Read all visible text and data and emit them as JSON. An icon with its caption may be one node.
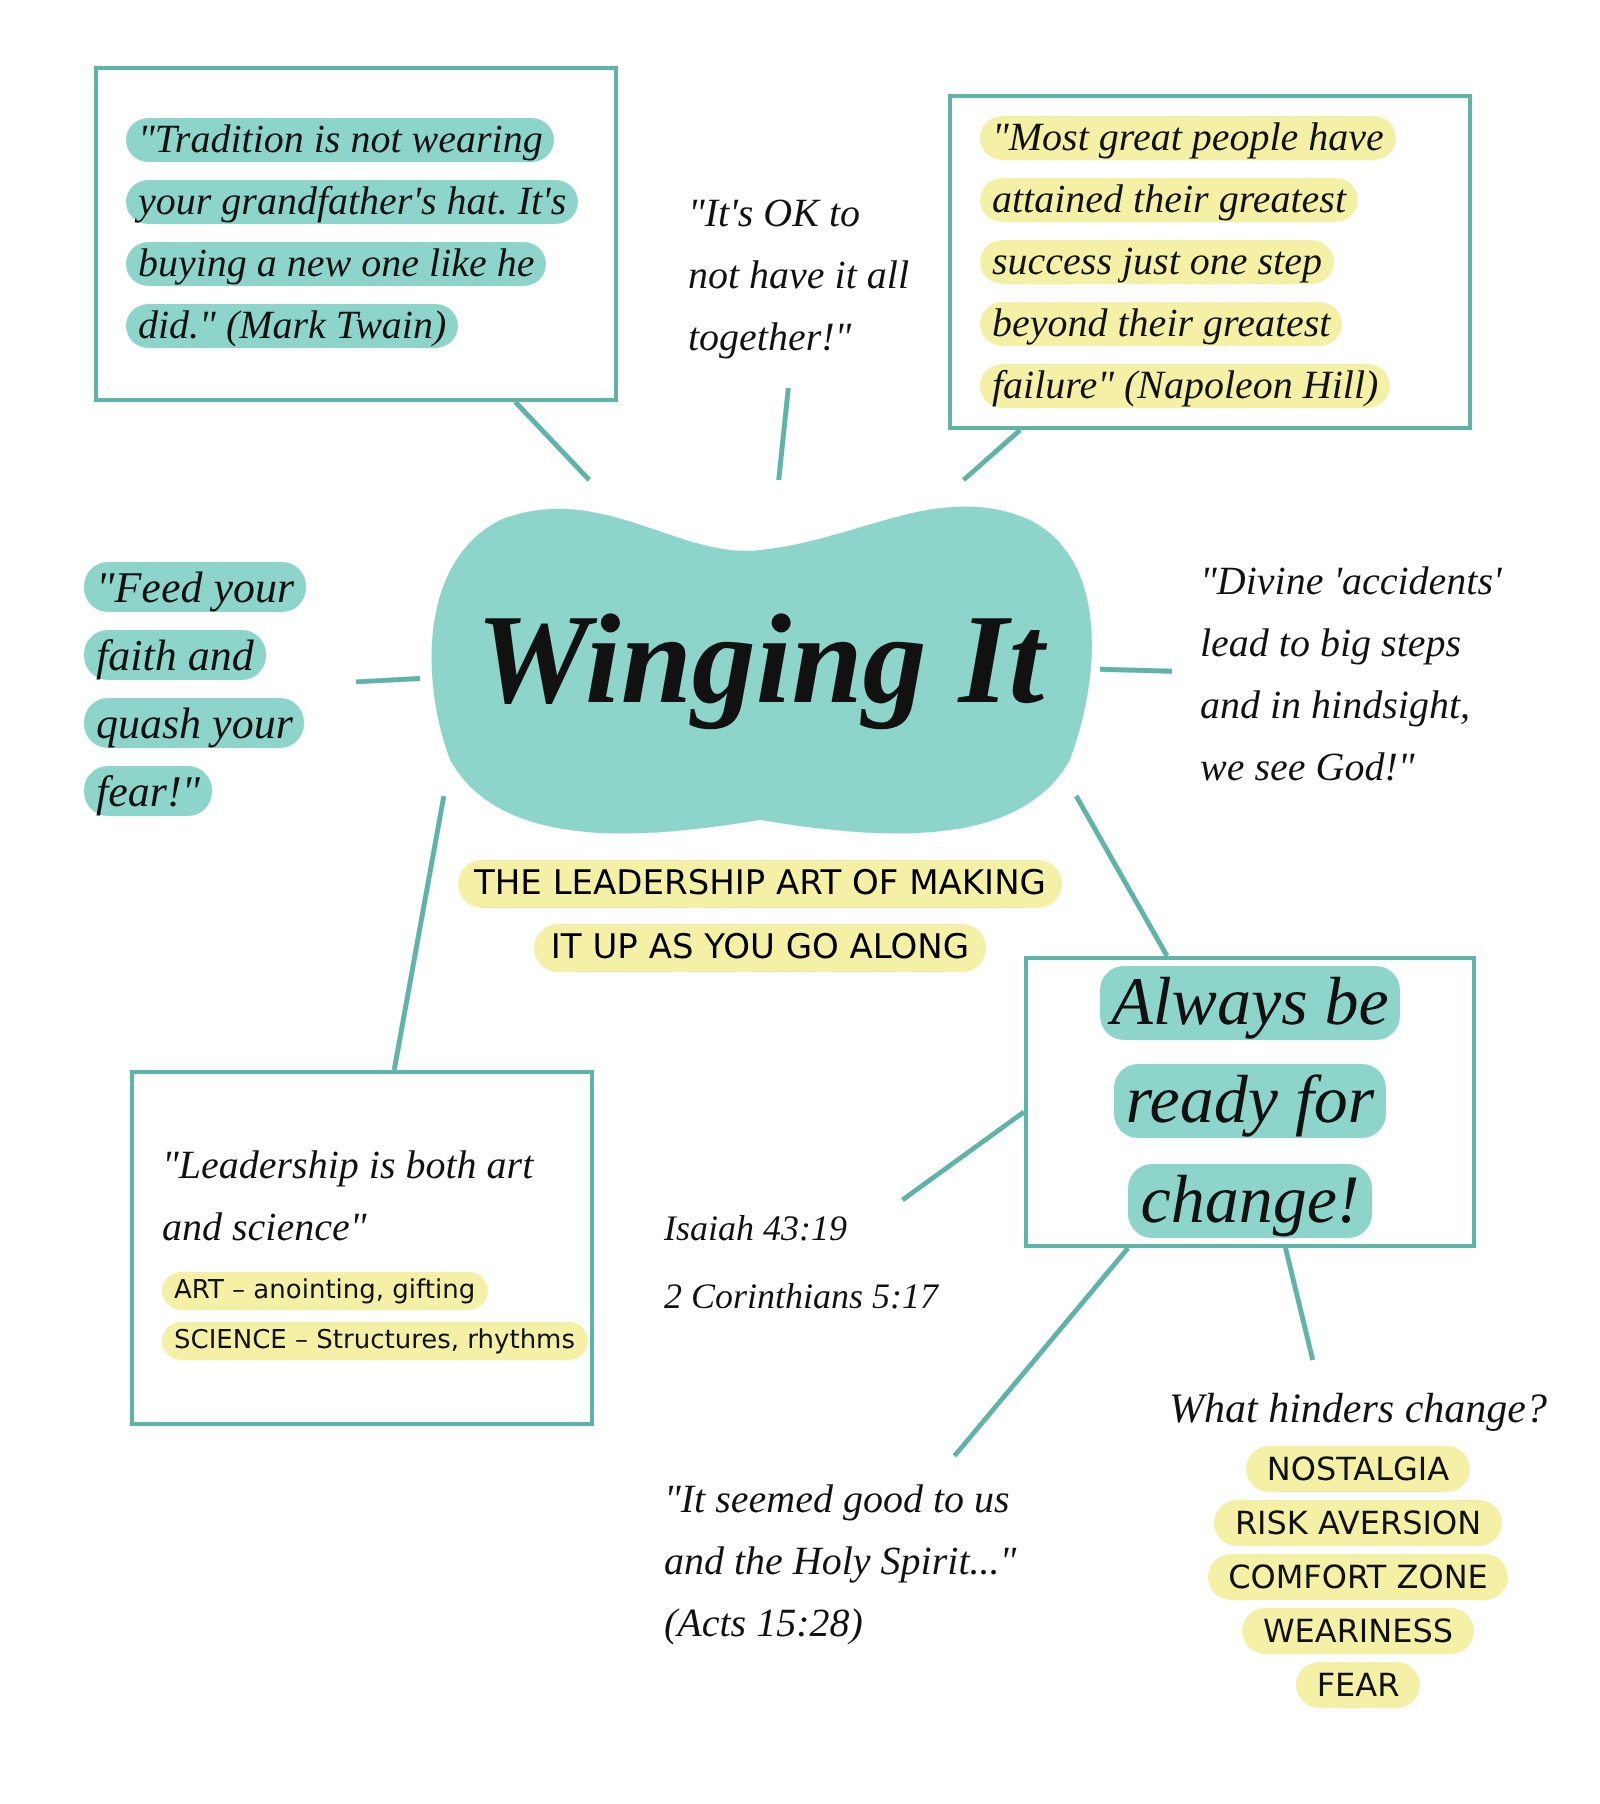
{
  "diagram": {
    "nodes": [
      {
        "text": [
          "Winging It"
        ]
      },
      {
        "text": [
          "\"Tradition is not wearing your grandfather's hat. It's buying a new one like he did.\" (Mark Twain)"
        ]
      },
      {
        "text": [
          "\"It's OK to not have it all together!\""
        ]
      },
      {
        "text": [
          "\"Most great people have attained their greatest success just one step beyond their greatest failure\" (Napoleon Hill)"
        ]
      },
      {
        "text": [
          "\"Feed your faith and quash your fear!\""
        ]
      },
      {
        "text": [
          "\"Divine 'accidents' lead to big steps and in hindsight, we see God!\""
        ]
      },
      {
        "text": [
          "\"Leadership is both art and science\"",
          "ART – anointing, gifting",
          "SCIENCE – Structures, rhythms"
        ]
      },
      {
        "text": [
          "Always be ready for change!"
        ]
      },
      {
        "text": [
          "Isaiah 43:19",
          "2 Corinthians 5:17"
        ]
      },
      {
        "text": [
          "\"It seemed good to us and the Holy Spirit...\" (Acts 15:28)"
        ]
      },
      {
        "text": [
          "What hinders change?",
          "NOSTALGIA",
          "RISK AVERSION",
          "COMFORT ZONE",
          "WEARINESS",
          "FEAR"
        ]
      }
    ],
    "edges": [
      {
        "from": 0,
        "to": 1,
        "arrow": "none"
      },
      {
        "from": 0,
        "to": 2,
        "arrow": "none"
      },
      {
        "from": 0,
        "to": 3,
        "arrow": "none"
      },
      {
        "from": 0,
        "to": 4,
        "arrow": "none"
      },
      {
        "from": 0,
        "to": 5,
        "arrow": "none"
      },
      {
        "from": 0,
        "to": 6,
        "arrow": "none"
      },
      {
        "from": 0,
        "to": 7,
        "arrow": "none"
      },
      {
        "from": 7,
        "to": 8,
        "arrow": "none"
      },
      {
        "from": 7,
        "to": 9,
        "arrow": "none"
      },
      {
        "from": 7,
        "to": 10,
        "arrow": "none"
      }
    ],
    "labels": [
      "THE LEADERSHIP ART OF MAKING IT UP AS YOU GO ALONG"
    ]
  }
}
